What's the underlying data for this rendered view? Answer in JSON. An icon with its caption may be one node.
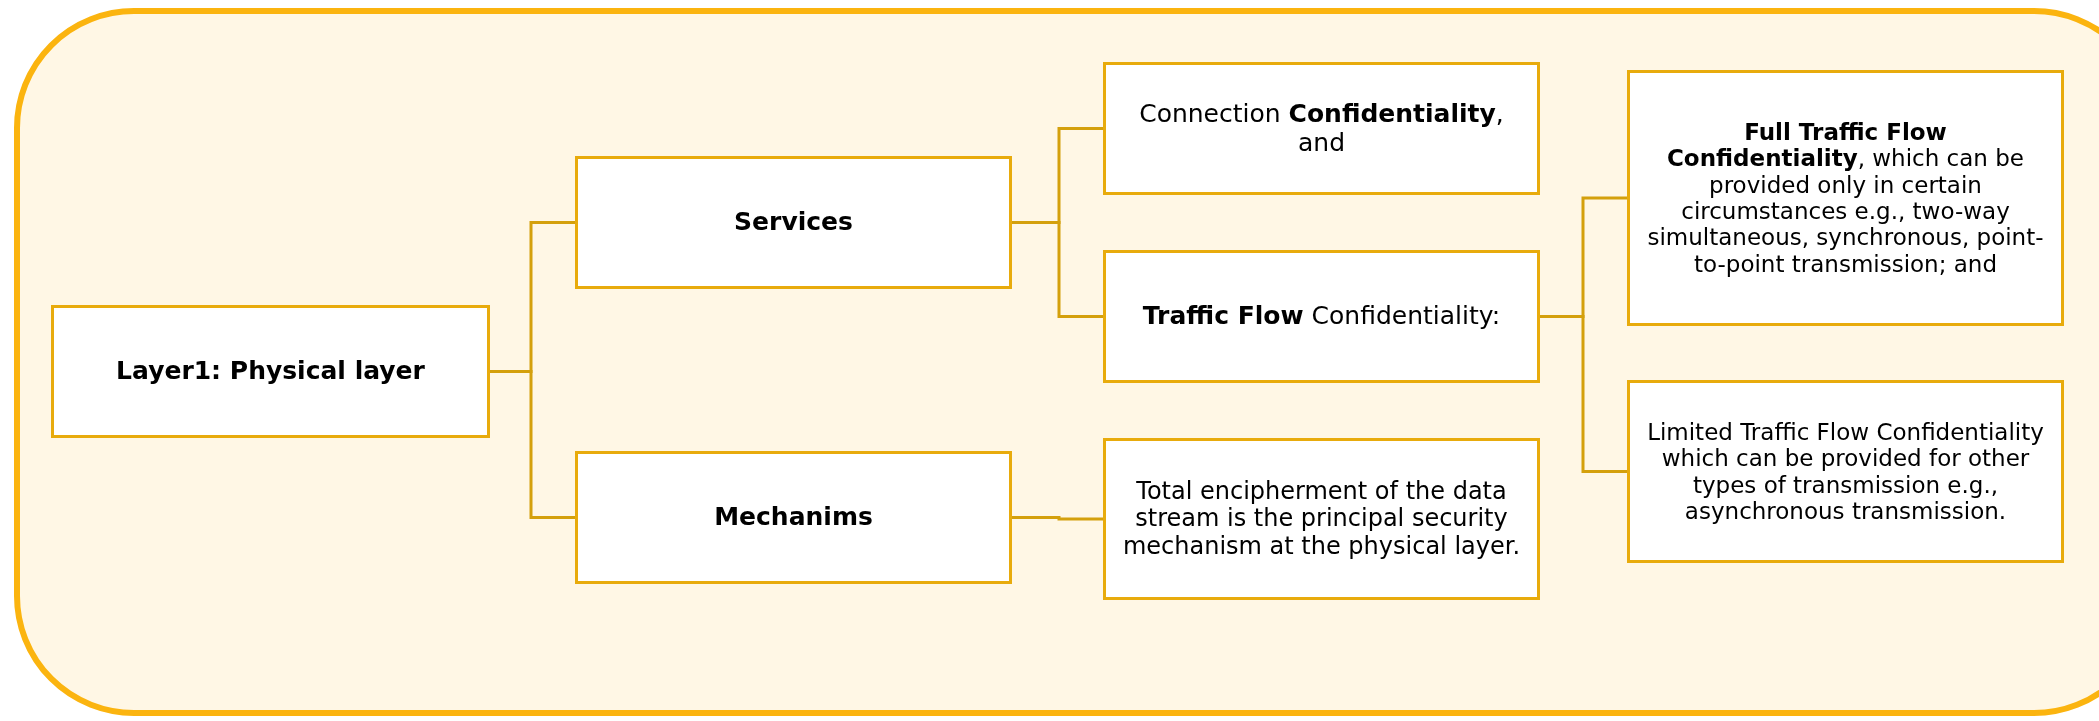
{
  "diagram": {
    "nodes": [
      {
        "text": [
          "Layer1: Physical layer"
        ]
      },
      {
        "text": [
          "Services"
        ]
      },
      {
        "text": [
          "Mechanims"
        ]
      },
      {
        "text": [
          "Connection **Confidentiality**, and"
        ]
      },
      {
        "text": [
          "**Traffic Flow** Confidentiality:"
        ]
      },
      {
        "text": [
          "Total encipherment of the data stream is the principal security mechanism at the physical layer."
        ]
      },
      {
        "text": [
          "**Full Traffic Flow Confidentiality**, which can be provided only in certain circumstances e.g., two-way simultaneous, synchronous, point-to-point transmission; and"
        ]
      },
      {
        "text": [
          "Limited Traffic Flow Confidentiality which can be provided for other types of transmission e.g., asynchronous transmission."
        ]
      }
    ],
    "edges": [
      {
        "from": 0,
        "to": 1,
        "arrow": "none"
      },
      {
        "from": 0,
        "to": 2,
        "arrow": "none"
      },
      {
        "from": 1,
        "to": 3,
        "arrow": "none"
      },
      {
        "from": 1,
        "to": 4,
        "arrow": "none"
      },
      {
        "from": 4,
        "to": 6,
        "arrow": "none"
      },
      {
        "from": 4,
        "to": 7,
        "arrow": "none"
      },
      {
        "from": 2,
        "to": 5,
        "arrow": "none"
      }
    ]
  }
}
